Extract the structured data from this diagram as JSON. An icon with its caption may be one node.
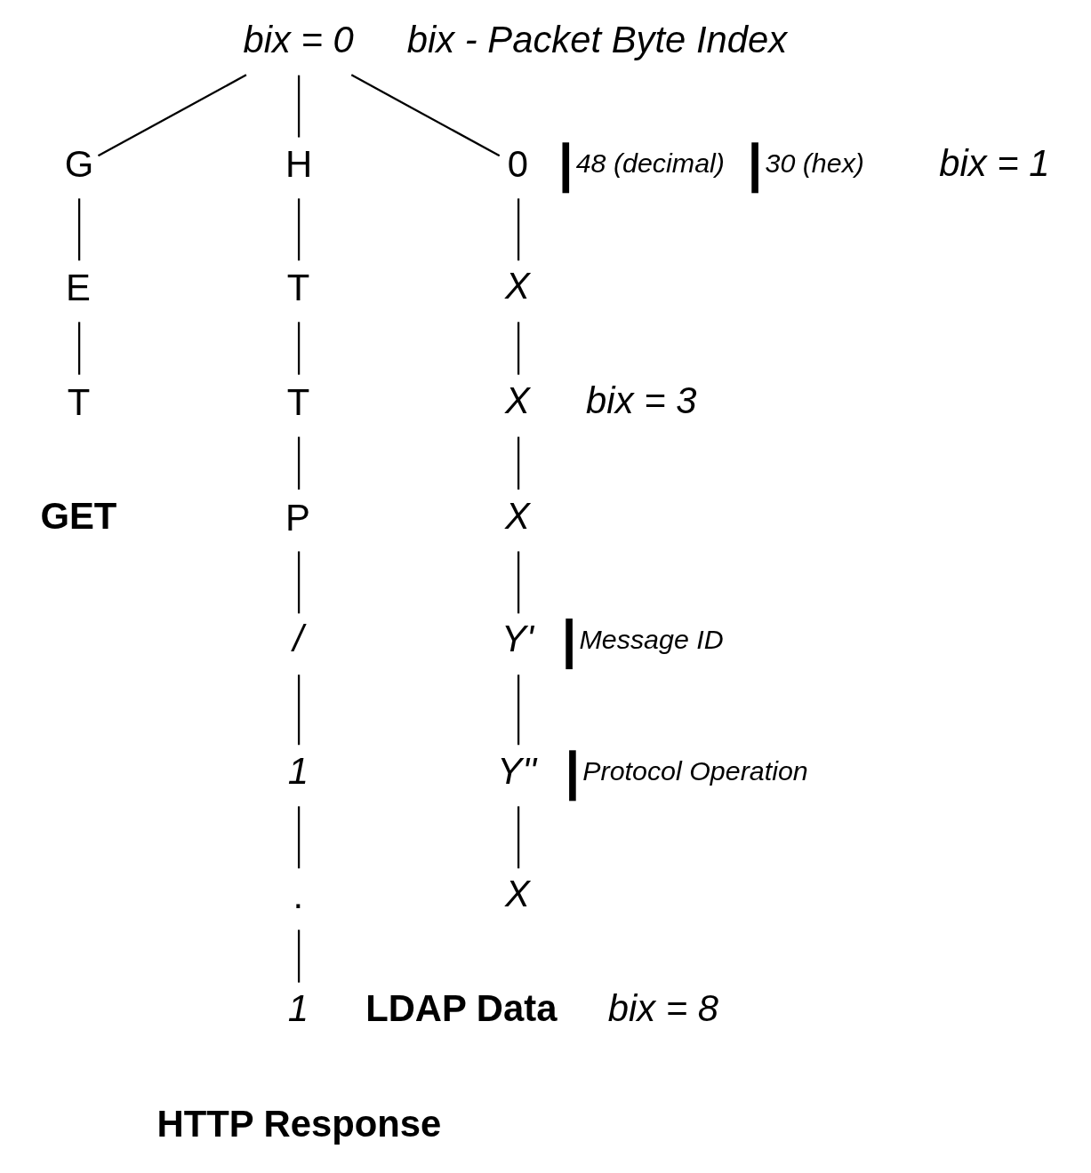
{
  "diagram": {
    "nodes": [
      {
        "text": [
          "bix = 0"
        ]
      },
      {
        "text": [
          "G"
        ]
      },
      {
        "text": [
          "E"
        ]
      },
      {
        "text": [
          "T"
        ]
      },
      {
        "text": [
          "H"
        ]
      },
      {
        "text": [
          "T"
        ]
      },
      {
        "text": [
          "T"
        ]
      },
      {
        "text": [
          "P"
        ]
      },
      {
        "text": [
          "/"
        ]
      },
      {
        "text": [
          "1"
        ]
      },
      {
        "text": [
          "."
        ]
      },
      {
        "text": [
          "1"
        ]
      },
      {
        "text": [
          "0"
        ],
        "beside": [
          "48 (decimal)",
          "30 (hex)"
        ]
      },
      {
        "text": [
          "X"
        ]
      },
      {
        "text": [
          "X"
        ]
      },
      {
        "text": [
          "X"
        ]
      },
      {
        "text": [
          "Y'"
        ],
        "beside": [
          "Message ID"
        ]
      },
      {
        "text": [
          "Y''"
        ],
        "beside": [
          "Protocol Operation"
        ]
      },
      {
        "text": [
          "X"
        ]
      }
    ],
    "edges": [
      {
        "from": 0,
        "to": 1,
        "arrow": "none"
      },
      {
        "from": 0,
        "to": 4,
        "arrow": "none"
      },
      {
        "from": 0,
        "to": 12,
        "arrow": "none"
      },
      {
        "from": 1,
        "to": 2,
        "arrow": "none"
      },
      {
        "from": 2,
        "to": 3,
        "arrow": "none"
      },
      {
        "from": 4,
        "to": 5,
        "arrow": "none"
      },
      {
        "from": 5,
        "to": 6,
        "arrow": "none"
      },
      {
        "from": 6,
        "to": 7,
        "arrow": "none"
      },
      {
        "from": 7,
        "to": 8,
        "arrow": "none"
      },
      {
        "from": 8,
        "to": 9,
        "arrow": "none"
      },
      {
        "from": 9,
        "to": 10,
        "arrow": "none"
      },
      {
        "from": 10,
        "to": 11,
        "arrow": "none"
      },
      {
        "from": 12,
        "to": 13,
        "arrow": "none"
      },
      {
        "from": 13,
        "to": 14,
        "arrow": "none"
      },
      {
        "from": 14,
        "to": 15,
        "arrow": "none"
      },
      {
        "from": 15,
        "to": 16,
        "arrow": "none"
      },
      {
        "from": 16,
        "to": 17,
        "arrow": "none"
      },
      {
        "from": 17,
        "to": 18,
        "arrow": "none"
      }
    ],
    "labels": [
      "bix - Packet Byte Index",
      "bix = 1",
      "bix = 3",
      "GET",
      "LDAP Data",
      "bix = 8",
      "HTTP Response"
    ]
  }
}
